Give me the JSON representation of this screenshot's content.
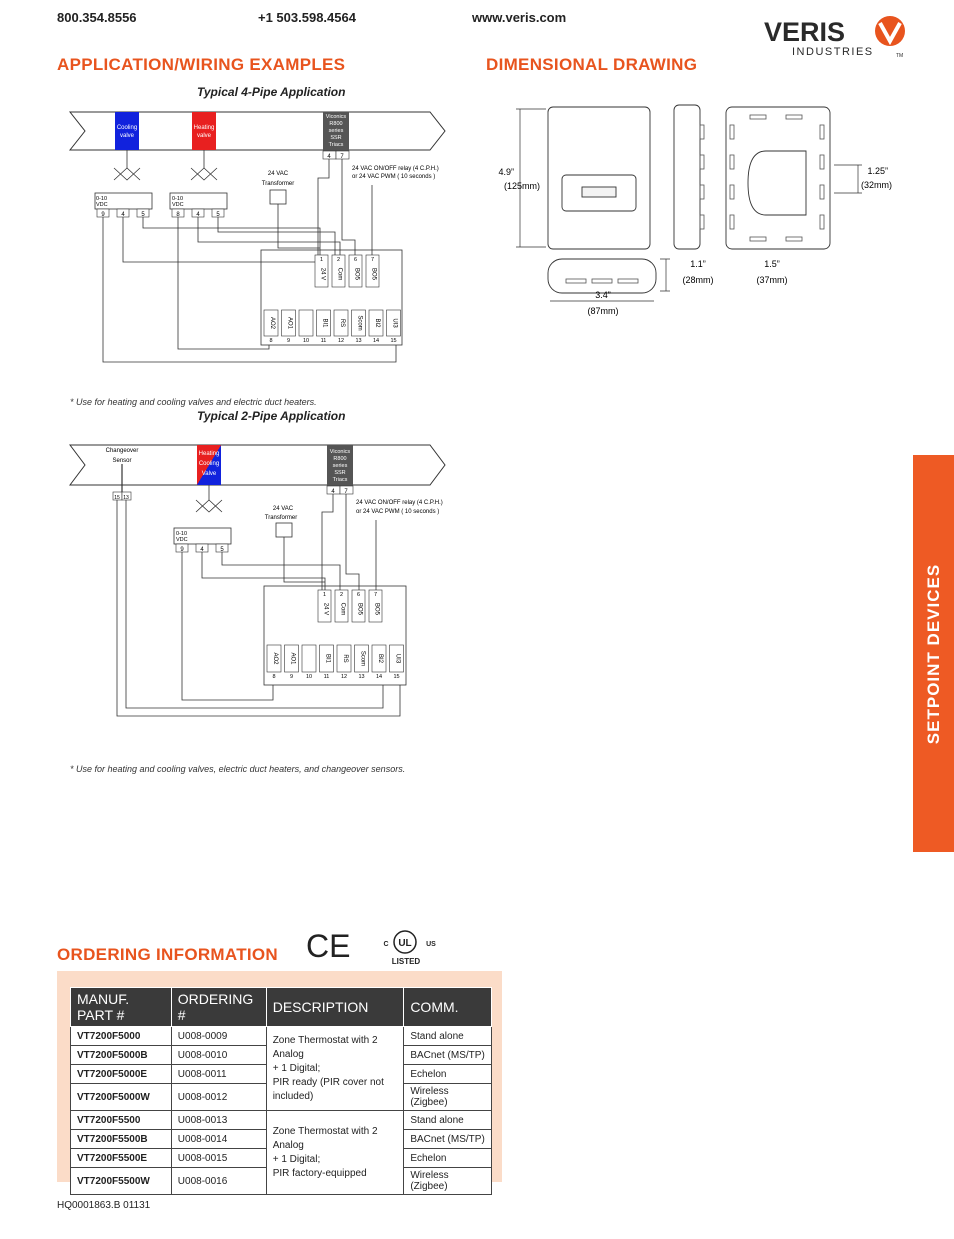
{
  "header": {
    "phone1": "800.354.8556",
    "phone2": "+1 503.598.4564",
    "website": "www.veris.com",
    "logo_main": "VERIS",
    "logo_sub": "INDUSTRIES",
    "logo_tm": "TM"
  },
  "sections": {
    "application": "APPLICATION/WIRING EXAMPLES",
    "dimensional": "DIMENSIONAL DRAWING",
    "ordering": "ORDERING INFORMATION",
    "side_tab": "SETPOINT DEVICES"
  },
  "four_pipe": {
    "title": "Typical 4-Pipe Application",
    "cooling_valve": [
      "Cooling",
      "valve"
    ],
    "heating_valve": [
      "Heating",
      "valve"
    ],
    "viconics": [
      "Viconics",
      "R800",
      "series",
      "SSR",
      "Triacs"
    ],
    "viconics_pins": [
      "4",
      "7"
    ],
    "transformer": [
      "24 VAC",
      "Transformer"
    ],
    "relay_note": [
      "24 VAC  ON/OFF relay (4 C.P.H.)",
      "or 24 VAC PWM ( 10 seconds )"
    ],
    "vdc": [
      "0-10",
      "VDC"
    ],
    "left_pins": [
      "9",
      "4",
      "5"
    ],
    "right_pins": [
      "8",
      "4",
      "5"
    ],
    "top_terminals": [
      {
        "n": "1",
        "l": "24 V"
      },
      {
        "n": "2",
        "l": "Com"
      },
      {
        "n": "6",
        "l": "BO5"
      },
      {
        "n": "7",
        "l": "BO5"
      }
    ],
    "bottom_terminals": [
      {
        "n": "8",
        "l": "AO2"
      },
      {
        "n": "9",
        "l": "AO1"
      },
      {
        "n": "10",
        "l": ""
      },
      {
        "n": "11",
        "l": "BI1"
      },
      {
        "n": "12",
        "l": "RS"
      },
      {
        "n": "13",
        "l": "Scom"
      },
      {
        "n": "14",
        "l": "BI2"
      },
      {
        "n": "15",
        "l": "UI3"
      }
    ],
    "note": "* Use for heating and cooling valves and electric duct heaters."
  },
  "two_pipe": {
    "title": "Typical 2-Pipe Application",
    "changeover": [
      "Changeover",
      "Sensor"
    ],
    "changeover_pins": [
      "15",
      "13"
    ],
    "valve": [
      "Heating",
      "Cooling",
      "Valve"
    ],
    "viconics": [
      "Viconics",
      "R800",
      "series",
      "SSR",
      "Triacs"
    ],
    "viconics_pins": [
      "4",
      "7"
    ],
    "transformer": [
      "24 VAC",
      "Transformer"
    ],
    "relay_note": [
      "24 VAC  ON/OFF relay (4 C.P.H.)",
      "or 24 VAC PWM ( 10 seconds )"
    ],
    "vdc": [
      "0-10",
      "VDC"
    ],
    "pins": [
      "9",
      "4",
      "5"
    ],
    "top_terminals": [
      {
        "n": "1",
        "l": "24 V"
      },
      {
        "n": "2",
        "l": "Com"
      },
      {
        "n": "6",
        "l": "BO5"
      },
      {
        "n": "7",
        "l": "BO5"
      }
    ],
    "bottom_terminals": [
      {
        "n": "8",
        "l": "AO2"
      },
      {
        "n": "9",
        "l": "AO1"
      },
      {
        "n": "10",
        "l": ""
      },
      {
        "n": "11",
        "l": "BI1"
      },
      {
        "n": "12",
        "l": "RS"
      },
      {
        "n": "13",
        "l": "Scom"
      },
      {
        "n": "14",
        "l": "BI2"
      },
      {
        "n": "15",
        "l": "UI3"
      }
    ],
    "note": "* Use for heating and cooling valves, electric duct heaters, and changeover sensors."
  },
  "dimensions": {
    "height": [
      "4.9”",
      "(125mm)"
    ],
    "width": [
      "3.4”",
      "(87mm)"
    ],
    "depth1": [
      "1.1”",
      "(28mm)"
    ],
    "depth2": [
      "1.5”",
      "(37mm)"
    ],
    "opening": [
      "1.25”",
      "(32mm)"
    ]
  },
  "certs": {
    "ce": "CE",
    "ul": "UL",
    "ul_c": "C",
    "ul_us": "US",
    "ul_listed": "LISTED"
  },
  "ordering": {
    "headers": [
      "MANUF. PART #",
      "ORDERING #",
      "DESCRIPTION",
      "COMM."
    ],
    "rows": [
      {
        "part": "VT7200F5000",
        "order": "U008-0009",
        "comm": "Stand alone"
      },
      {
        "part": "VT7200F5000B",
        "order": "U008-0010",
        "comm": "BACnet (MS/TP)"
      },
      {
        "part": "VT7200F5000E",
        "order": "U008-0011",
        "comm": "Echelon"
      },
      {
        "part": "VT7200F5000W",
        "order": "U008-0012",
        "comm": "Wireless (Zigbee)"
      },
      {
        "part": "VT7200F5500",
        "order": "U008-0013",
        "comm": "Stand alone"
      },
      {
        "part": "VT7200F5500B",
        "order": "U008-0014",
        "comm": "BACnet (MS/TP)"
      },
      {
        "part": "VT7200F5500E",
        "order": "U008-0015",
        "comm": "Echelon"
      },
      {
        "part": "VT7200F5500W",
        "order": "U008-0016",
        "comm": "Wireless (Zigbee)"
      }
    ],
    "desc1": [
      "Zone Thermostat with 2 Analog",
      "+ 1 Digital;",
      "PIR ready (PIR cover not",
      "included)"
    ],
    "desc2": [
      "Zone Thermostat with 2 Analog",
      "+ 1 Digital;",
      "PIR factory-equipped"
    ]
  },
  "footer": "HQ0001863.B    01131",
  "colors": {
    "accent": "#e8541e",
    "tab": "#ee5a24",
    "cool": "#1122dd",
    "heat": "#e82020",
    "order_bg": "#fbdcc8"
  }
}
